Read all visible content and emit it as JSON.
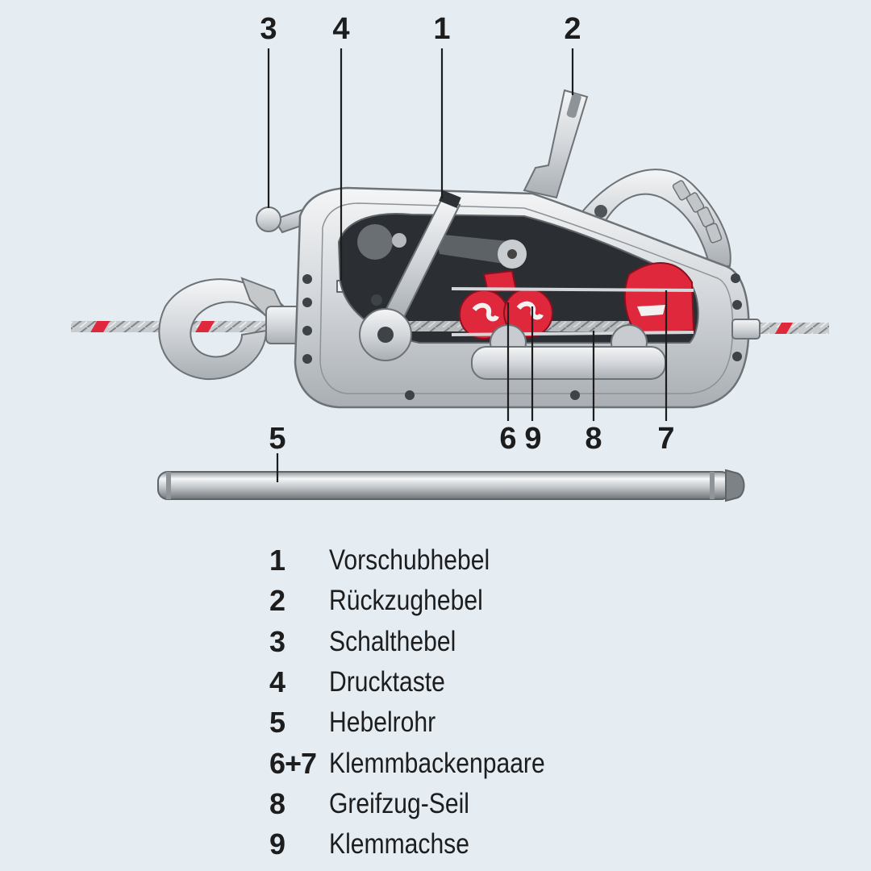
{
  "callouts": {
    "c1": "1",
    "c2": "2",
    "c3": "3",
    "c4": "4",
    "c5": "5",
    "c6": "6",
    "c7": "7",
    "c8": "8",
    "c9": "9"
  },
  "legend": [
    {
      "num": "1",
      "label": "Vorschubhebel"
    },
    {
      "num": "2",
      "label": "Rückzughebel"
    },
    {
      "num": "3",
      "label": "Schalthebel"
    },
    {
      "num": "4",
      "label": "Drucktaste"
    },
    {
      "num": "5",
      "label": "Hebelrohr"
    },
    {
      "num": "6+7",
      "label": "Klemmbackenpaare"
    },
    {
      "num": "8",
      "label": "Greifzug-Seil"
    },
    {
      "num": "9",
      "label": "Klemmachse"
    }
  ],
  "colors": {
    "background": "#e5edf3",
    "accent_red": "#e0283c",
    "metal": "#d6d9dc",
    "ink": "#1d1d1d"
  }
}
